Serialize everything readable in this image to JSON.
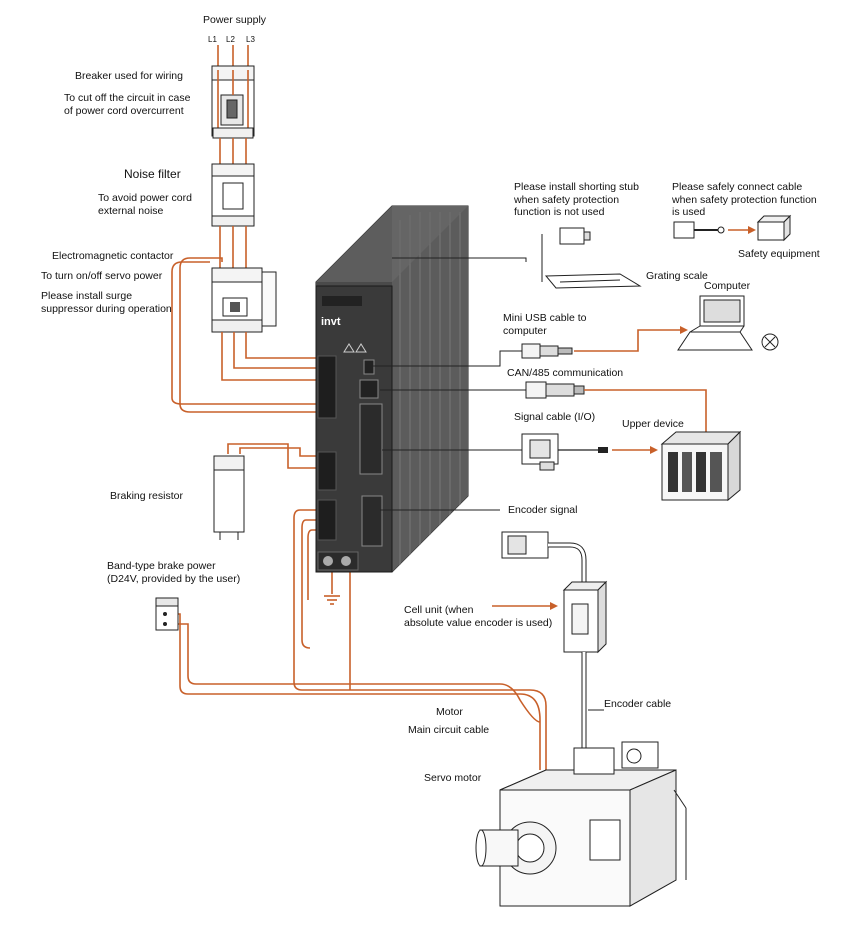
{
  "power_supply": {
    "title": "Power supply",
    "phases": [
      "L1",
      "L2",
      "L3"
    ]
  },
  "breaker": {
    "title": "Breaker used for wiring",
    "desc": "To cut off the circuit in case\nof power cord overcurrent"
  },
  "noise_filter": {
    "title": "Noise filter",
    "desc": "To avoid power cord\nexternal noise"
  },
  "contactor": {
    "title": "Electromagnetic contactor",
    "desc1": "To turn on/off servo power",
    "desc2": "Please install surge\nsuppressor during operation"
  },
  "braking_resistor": {
    "title": "Braking resistor"
  },
  "brake_power": {
    "title": "Band-type brake power\n(D24V, provided by the user)"
  },
  "shorting_stub": {
    "title": "Please install shorting stub\nwhen safety protection\nfunction is not used"
  },
  "safety_cable": {
    "title": "Please safely connect cable\nwhen safety protection function\nis used"
  },
  "safety_equipment": {
    "title": "Safety equipment"
  },
  "grating_scale": {
    "title": "Grating scale"
  },
  "computer": {
    "title": "Computer"
  },
  "usb": {
    "title": "Mini USB cable to\ncomputer"
  },
  "can485": {
    "title": "CAN/485 communication"
  },
  "signal_cable": {
    "title": "Signal cable (I/O)"
  },
  "upper_device": {
    "title": "Upper device"
  },
  "encoder_signal": {
    "title": "Encoder signal"
  },
  "cell_unit": {
    "title": "Cell unit (when\nabsolute value encoder is used)"
  },
  "encoder_cable": {
    "title": "Encoder cable"
  },
  "motor": {
    "title": "Motor",
    "sub": "Main circuit cable"
  },
  "servo_motor": {
    "title": "Servo motor"
  },
  "drive": {
    "brand": "invt"
  },
  "colors": {
    "wire": "#c8602a",
    "drive_body": "#4a4a4a",
    "outline": "#222222"
  }
}
